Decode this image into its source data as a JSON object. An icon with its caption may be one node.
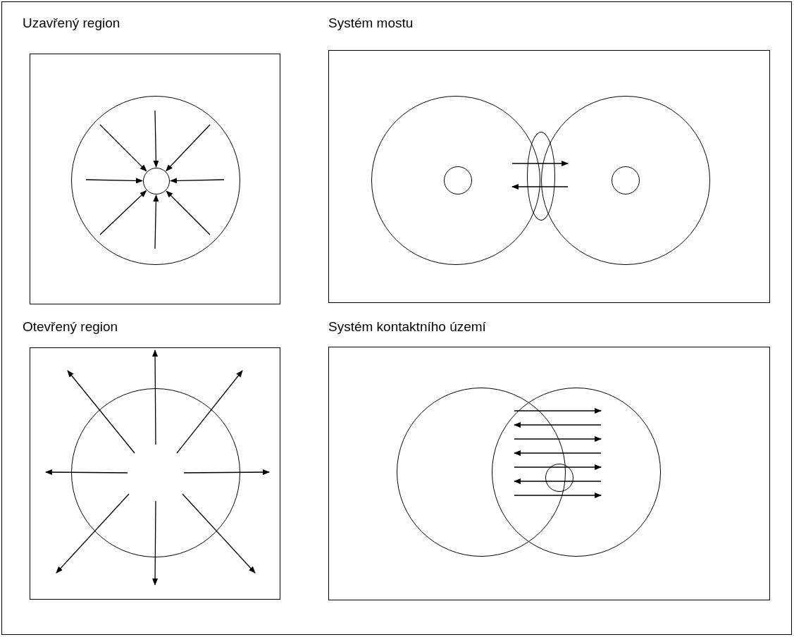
{
  "diagram": {
    "nodes": [
      {
        "text": [
          "Uzavřený region"
        ]
      },
      {
        "text": [],
        "shape": "circle",
        "in": 0
      },
      {
        "text": [],
        "shape": "circle",
        "in": 1
      },
      {
        "text": [
          "Systém mostu"
        ]
      },
      {
        "text": [],
        "shape": "circle",
        "in": 3
      },
      {
        "text": [],
        "shape": "circle",
        "in": 4
      },
      {
        "text": [],
        "shape": "circle",
        "in": 3
      },
      {
        "text": [],
        "shape": "circle",
        "in": 6
      },
      {
        "text": [],
        "shape": "ellipse",
        "in": 3
      },
      {
        "text": [
          "Otevřený region"
        ]
      },
      {
        "text": [],
        "shape": "circle",
        "in": 9
      },
      {
        "text": [
          "Systém kontaktního území"
        ]
      },
      {
        "text": [],
        "shape": "circle",
        "in": 11
      },
      {
        "text": [],
        "shape": "circle",
        "in": 11
      },
      {
        "text": [],
        "shape": "circle",
        "in": 13
      }
    ],
    "edges": [
      {
        "from": null,
        "to": 2,
        "arrow": "to"
      },
      {
        "from": null,
        "to": 2,
        "arrow": "to"
      },
      {
        "from": null,
        "to": 2,
        "arrow": "to"
      },
      {
        "from": null,
        "to": 2,
        "arrow": "to"
      },
      {
        "from": null,
        "to": 2,
        "arrow": "to"
      },
      {
        "from": null,
        "to": 2,
        "arrow": "to"
      },
      {
        "from": null,
        "to": 2,
        "arrow": "to"
      },
      {
        "from": null,
        "to": 2,
        "arrow": "to"
      },
      {
        "from": 10,
        "to": null,
        "arrow": "to"
      },
      {
        "from": 10,
        "to": null,
        "arrow": "to"
      },
      {
        "from": 10,
        "to": null,
        "arrow": "to"
      },
      {
        "from": 10,
        "to": null,
        "arrow": "to"
      },
      {
        "from": 10,
        "to": null,
        "arrow": "to"
      },
      {
        "from": 10,
        "to": null,
        "arrow": "to"
      },
      {
        "from": 10,
        "to": null,
        "arrow": "to"
      },
      {
        "from": 10,
        "to": null,
        "arrow": "to"
      }
    ]
  }
}
